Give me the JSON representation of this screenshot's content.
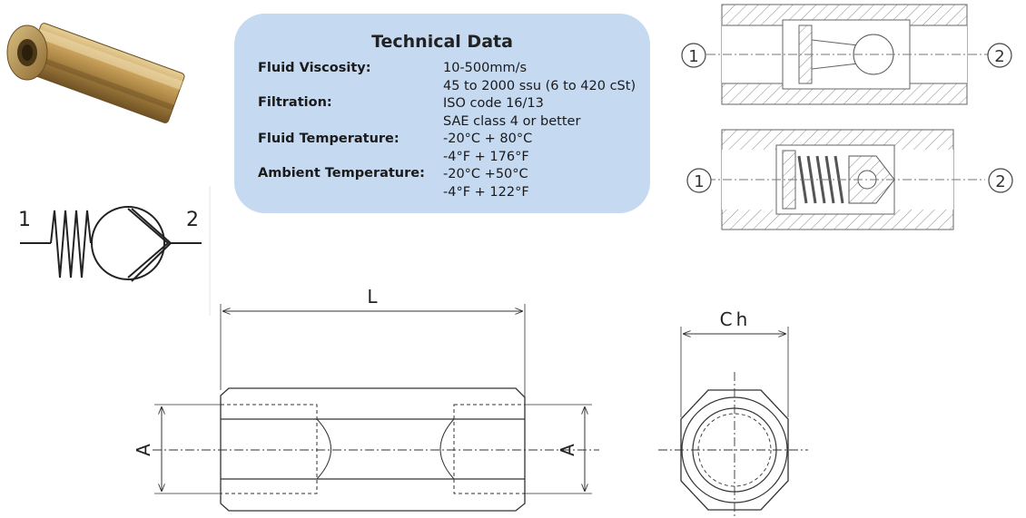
{
  "technical_data": {
    "title": "Technical Data",
    "specs": [
      {
        "label": "Fluid Viscosity:",
        "values": [
          "10-500mm/s",
          "45 to 2000 ssu (6 to 420 cSt)"
        ]
      },
      {
        "label": "Filtration:",
        "values": [
          "ISO code 16/13",
          "SAE class 4 or better"
        ]
      },
      {
        "label": "Fluid Temperature:",
        "values": [
          "-20°C + 80°C",
          "-4°F + 176°F"
        ]
      },
      {
        "label": "Ambient Temperature:",
        "values": [
          "-20°C +50°C",
          "-4°F + 122°F"
        ]
      }
    ]
  },
  "symbol": {
    "port_in": "1",
    "port_out": "2"
  },
  "sections": {
    "port_in": "1",
    "port_out": "2"
  },
  "dimensions": {
    "length": "L",
    "thread_left": "A",
    "thread_right": "A",
    "hex": "Ch"
  },
  "colors": {
    "panel": "#c5d9f1",
    "line": "#333333",
    "hatch": "#888888",
    "brass": "#b08a4a"
  }
}
